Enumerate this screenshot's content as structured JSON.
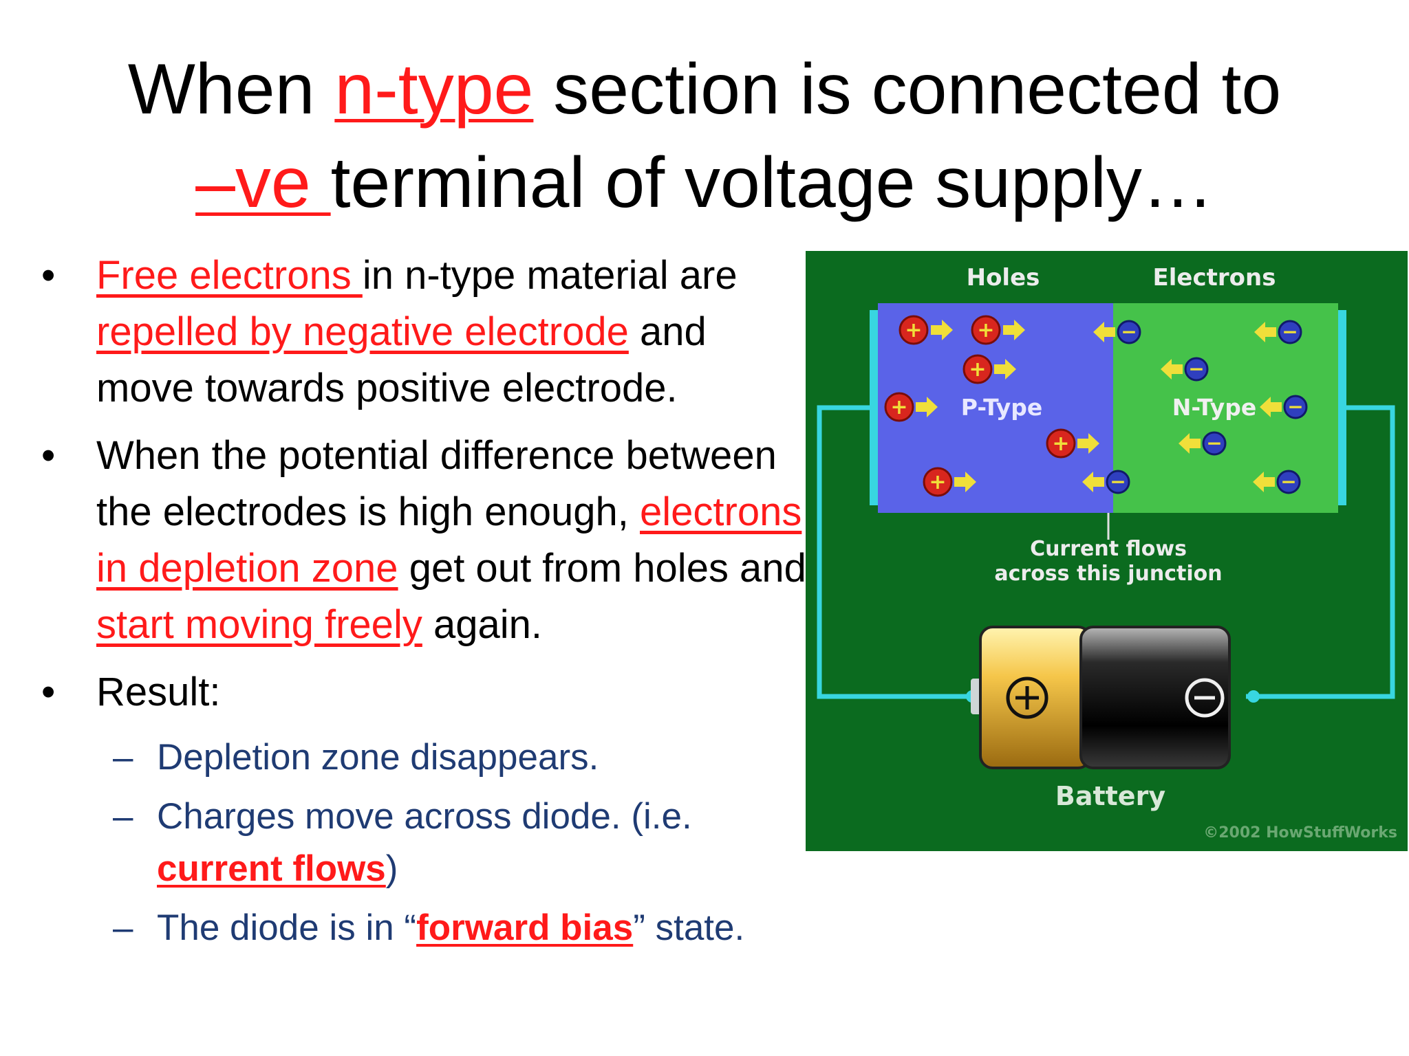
{
  "slide": {
    "title": {
      "line1_pre": "When ",
      "line1_red": "n-type",
      "line1_post": " section is connected to",
      "line2_red": "–ve ",
      "line2_post": "terminal of voltage supply…"
    },
    "bullets": [
      {
        "dot": "•",
        "red1": "Free electrons ",
        "text1": "in n-type material are ",
        "red2": "repelled by negative electrode",
        "text2": " and move towards positive electrode."
      },
      {
        "dot": "•",
        "text1": "When the potential difference between the electrodes is high enough, ",
        "red1": "electrons in depletion zone",
        "text2": " get out from holes and ",
        "red2": "start moving freely",
        "text3": " again."
      },
      {
        "dot": "•",
        "text1": "Result:"
      }
    ],
    "sub_bullets": [
      {
        "dash": "–",
        "text1": "Depletion zone disappears."
      },
      {
        "dash": "–",
        "text1": "Charges move across diode. (i.e. ",
        "red1": "current flows",
        "text2": ")"
      },
      {
        "dash": "–",
        "text1": "The diode is in “",
        "red1": "forward bias",
        "text2": "” state."
      }
    ]
  },
  "diagram": {
    "labels": {
      "holes": "Holes",
      "electrons": "Electrons",
      "p_type": "P-Type",
      "n_type": "N-Type",
      "current_line1": "Current flows",
      "current_line2": "across this junction",
      "battery": "Battery",
      "copyright": "©2002 HowStuffWorks"
    },
    "symbols": {
      "plus": "+",
      "minus": "−"
    },
    "colors": {
      "background": "#0b6b1f",
      "p_region": "#5a63e8",
      "n_region": "#45c24a",
      "wire": "#38d6e0",
      "arrow": "#f0df3a",
      "hole": "#d8261e",
      "electron": "#2f3fbf",
      "accent_red": "#ff1a1a",
      "sub_text": "#1f3b73"
    }
  }
}
